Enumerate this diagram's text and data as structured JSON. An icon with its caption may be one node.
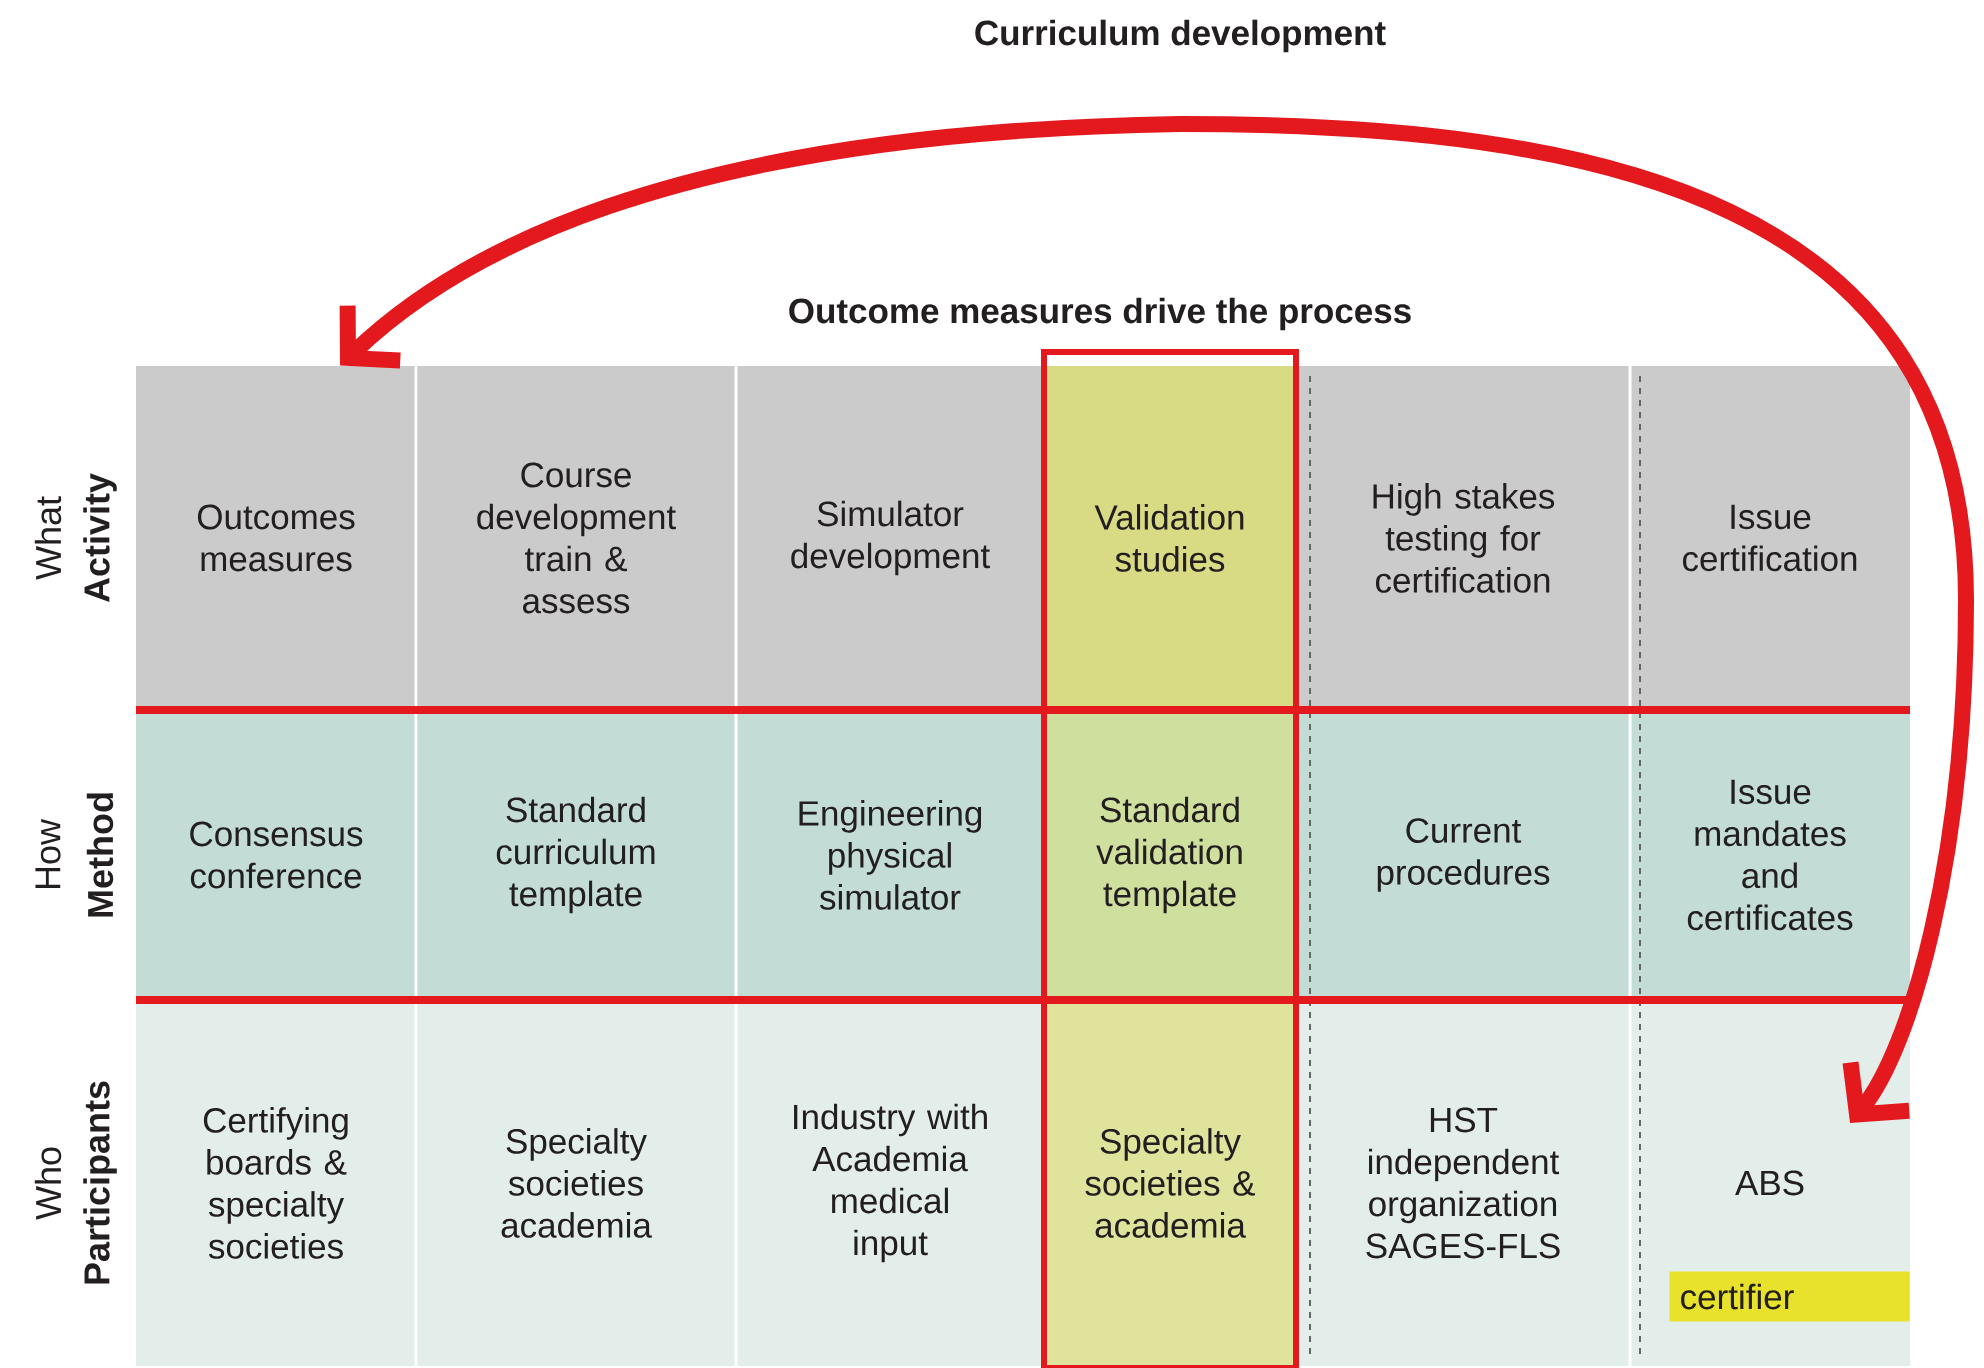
{
  "diagram": {
    "title": "Outcome measures drive the process",
    "nodes": [
      {
        "text": [
          "Outcomes measures"
        ]
      },
      {
        "text": [
          "Course development train & assess"
        ]
      },
      {
        "text": [
          "Simulator development"
        ]
      },
      {
        "text": [
          "Validation studies"
        ]
      },
      {
        "text": [
          "High stakes testing for certification"
        ]
      },
      {
        "text": [
          "Issue certification"
        ]
      },
      {
        "text": [
          "Consensus conference"
        ]
      },
      {
        "text": [
          "Standard curriculum template"
        ]
      },
      {
        "text": [
          "Engineering physical simulator"
        ]
      },
      {
        "text": [
          "Standard validation template"
        ]
      },
      {
        "text": [
          "Current procedures"
        ]
      },
      {
        "text": [
          "Issue mandates and certificates"
        ]
      },
      {
        "text": [
          "Certifying boards & specialty societies"
        ]
      },
      {
        "text": [
          "Specialty societies academia"
        ]
      },
      {
        "text": [
          "Industry with Academia medical input"
        ]
      },
      {
        "text": [
          "Specialty societies & academia"
        ]
      },
      {
        "text": [
          "HST independent organization SAGES-FLS"
        ]
      },
      {
        "text": [
          "ABS"
        ]
      },
      {
        "text": [
          "certifier"
        ],
        "in": 17
      }
    ],
    "edges": [
      {
        "from": 17,
        "to": 0,
        "arrow": "both",
        "label": "Curriculum development"
      }
    ],
    "labels": [
      "What",
      "Activity",
      "How",
      "Method",
      "Who",
      "Participants"
    ]
  }
}
